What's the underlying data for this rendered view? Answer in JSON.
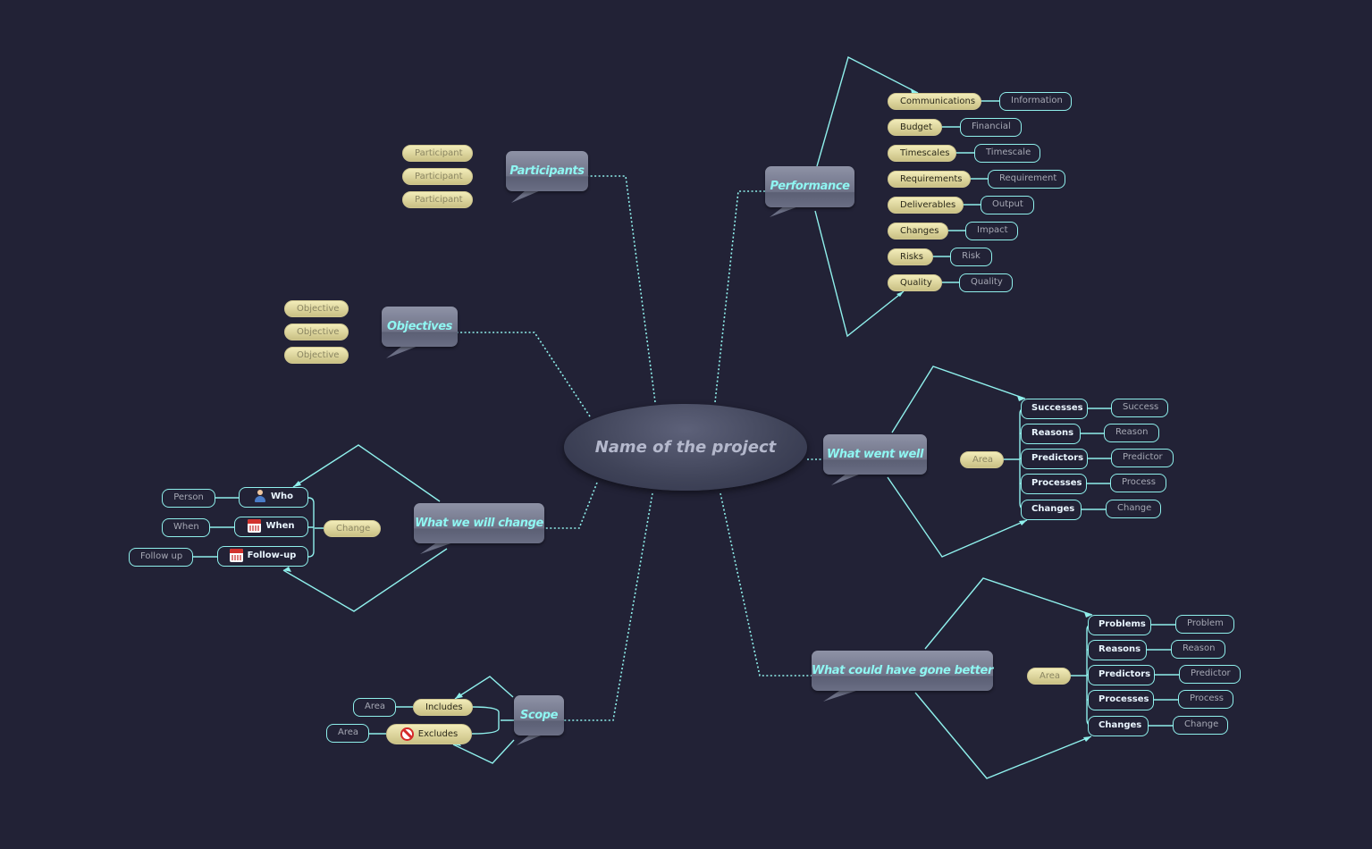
{
  "central": "Name of the project",
  "participants": {
    "title": "Participants",
    "items": [
      "Participant",
      "Participant",
      "Participant"
    ]
  },
  "objectives": {
    "title": "Objectives",
    "items": [
      "Objective",
      "Objective",
      "Objective"
    ]
  },
  "performance": {
    "title": "Performance",
    "rows": [
      [
        "Communications",
        "Information"
      ],
      [
        "Budget",
        "Financial"
      ],
      [
        "Timescales",
        "Timescale"
      ],
      [
        "Requirements",
        "Requirement"
      ],
      [
        "Deliverables",
        "Output"
      ],
      [
        "Changes",
        "Impact"
      ],
      [
        "Risks",
        "Risk"
      ],
      [
        "Quality",
        "Quality"
      ]
    ]
  },
  "went_well": {
    "title": "What went well",
    "area": "Area",
    "rows": [
      [
        "Successes",
        "Success"
      ],
      [
        "Reasons",
        "Reason"
      ],
      [
        "Predictors",
        "Predictor"
      ],
      [
        "Processes",
        "Process"
      ],
      [
        "Changes",
        "Change"
      ]
    ]
  },
  "could_better": {
    "title": "What could have gone better",
    "area": "Area",
    "rows": [
      [
        "Problems",
        "Problem"
      ],
      [
        "Reasons",
        "Reason"
      ],
      [
        "Predictors",
        "Predictor"
      ],
      [
        "Processes",
        "Process"
      ],
      [
        "Changes",
        "Change"
      ]
    ]
  },
  "will_change": {
    "title": "What we will change",
    "change": "Change",
    "rows": [
      {
        "label": "Who",
        "value": "Person",
        "icon": "person-icon"
      },
      {
        "label": "When",
        "value": "When",
        "icon": "calendar-icon"
      },
      {
        "label": "Follow-up",
        "value": "Follow up",
        "icon": "calendar-icon"
      }
    ]
  },
  "scope": {
    "title": "Scope",
    "rows": [
      {
        "label": "Includes",
        "value": "Area",
        "icon": ""
      },
      {
        "label": "Excludes",
        "value": "Area",
        "icon": "no-entry-icon"
      }
    ]
  },
  "colors": {
    "background": "#222236",
    "connector": "#8ff0ec",
    "topic_text": "#8ff6f2",
    "pill": "#e6dea4"
  }
}
